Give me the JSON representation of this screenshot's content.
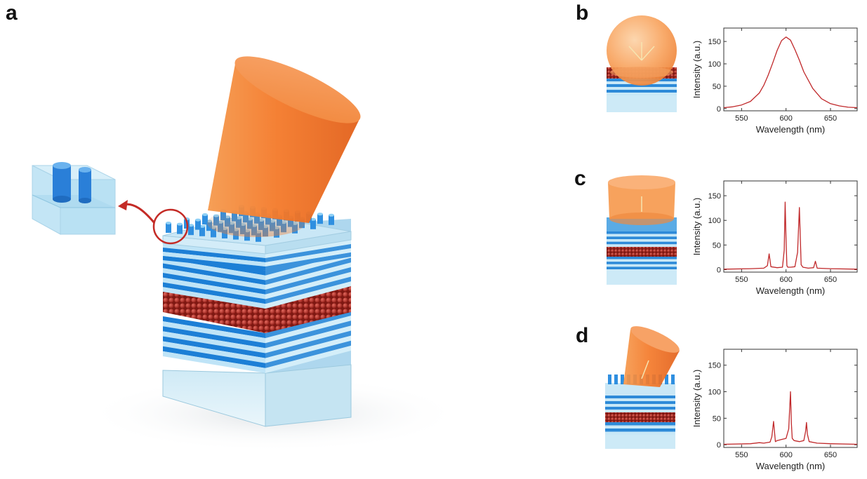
{
  "panel_labels": {
    "a": "a",
    "b": "b",
    "c": "c",
    "d": "d"
  },
  "colors": {
    "spectrum_line": "#c0282a",
    "emission_cone": "#f47a2a",
    "dbr_dark": "#1c7fd6",
    "dbr_light": "#bfe4f7",
    "quantum_dots": "#b3261e",
    "substrate": "#d7eef8"
  },
  "chart_data": [
    {
      "panel": "b",
      "type": "line",
      "xlabel": "Wavelength (nm)",
      "ylabel": "Intensity (a.u.)",
      "xlim": [
        530,
        680
      ],
      "ylim": [
        -5,
        180
      ],
      "xticks": [
        550,
        600,
        650
      ],
      "yticks": [
        0,
        50,
        100,
        150
      ],
      "series": [
        {
          "x": [
            530,
            540,
            550,
            560,
            570,
            575,
            580,
            585,
            590,
            595,
            600,
            605,
            610,
            615,
            620,
            630,
            640,
            650,
            660,
            670,
            680
          ],
          "y": [
            2,
            4,
            8,
            16,
            35,
            52,
            75,
            102,
            130,
            152,
            160,
            153,
            132,
            108,
            82,
            45,
            22,
            11,
            6,
            3,
            2
          ]
        }
      ]
    },
    {
      "panel": "c",
      "type": "line",
      "xlabel": "Wavelength (nm)",
      "ylabel": "Intensity (a.u.)",
      "xlim": [
        530,
        680
      ],
      "ylim": [
        -5,
        180
      ],
      "xticks": [
        550,
        600,
        650
      ],
      "yticks": [
        0,
        50,
        100,
        150
      ],
      "series": [
        {
          "x": [
            530,
            560,
            575,
            579,
            581,
            583,
            590,
            596,
            598,
            599,
            600,
            601,
            602,
            605,
            610,
            613,
            615,
            616,
            617,
            619,
            625,
            631,
            633,
            635,
            650,
            680
          ],
          "y": [
            1,
            2,
            3,
            8,
            32,
            6,
            4,
            5,
            40,
            137,
            60,
            8,
            5,
            5,
            6,
            35,
            126,
            70,
            10,
            5,
            3,
            4,
            17,
            3,
            2,
            1
          ]
        }
      ]
    },
    {
      "panel": "d",
      "type": "line",
      "xlabel": "Wavelength (nm)",
      "ylabel": "Intensity (a.u.)",
      "xlim": [
        530,
        680
      ],
      "ylim": [
        -5,
        180
      ],
      "xticks": [
        550,
        600,
        650
      ],
      "yticks": [
        0,
        50,
        100,
        150
      ],
      "series": [
        {
          "x": [
            530,
            560,
            570,
            575,
            582,
            584,
            586,
            587,
            588,
            590,
            595,
            600,
            603,
            605,
            606,
            607,
            609,
            615,
            620,
            622,
            623,
            624,
            626,
            635,
            650,
            680
          ],
          "y": [
            1,
            2,
            4,
            3,
            5,
            15,
            44,
            25,
            6,
            8,
            10,
            12,
            30,
            100,
            40,
            12,
            8,
            6,
            8,
            25,
            42,
            20,
            6,
            3,
            2,
            1
          ]
        }
      ]
    }
  ]
}
